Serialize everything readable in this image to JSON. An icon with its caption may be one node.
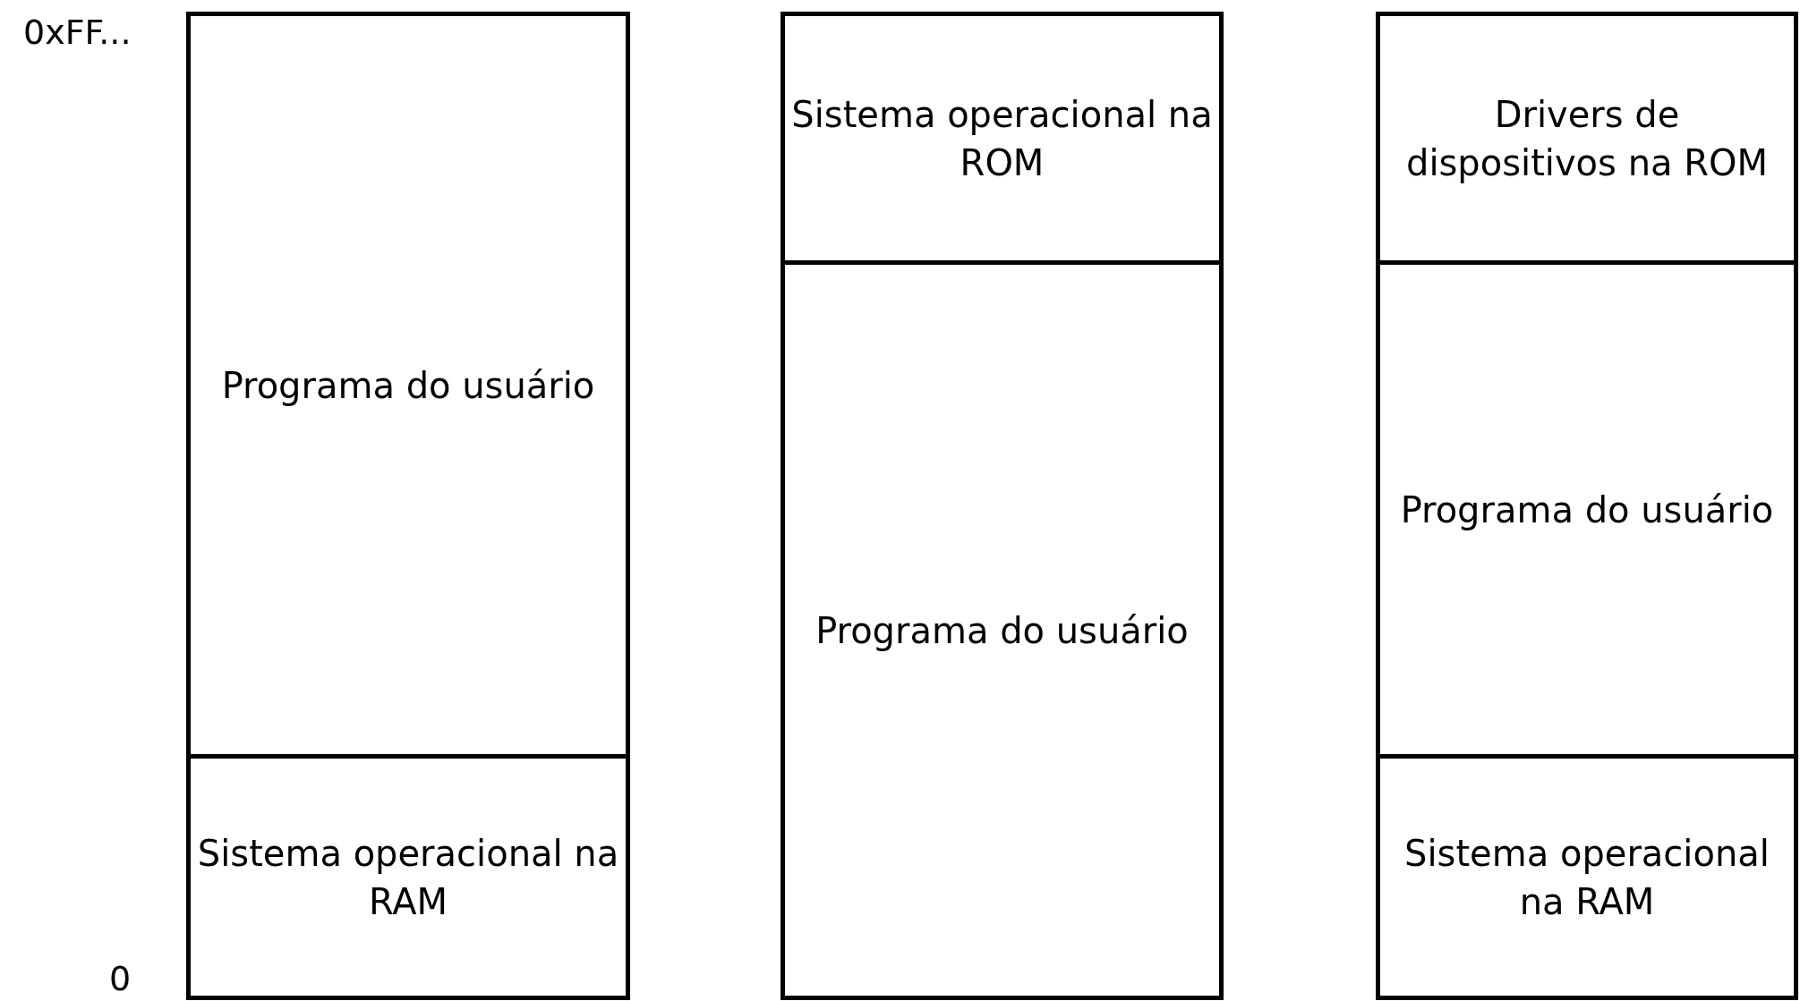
{
  "diagram": {
    "nodes": [
      {
        "text": [
          "Programa do usuário"
        ]
      },
      {
        "text": [
          "Sistema operacional na RAM"
        ]
      },
      {
        "text": [
          "Sistema operacional na ROM"
        ]
      },
      {
        "text": [
          "Programa do usuário"
        ]
      },
      {
        "text": [
          "Drivers de dispositivos na ROM"
        ]
      },
      {
        "text": [
          "Programa do usuário"
        ]
      },
      {
        "text": [
          "Sistema operacional na RAM"
        ]
      }
    ],
    "edges": [],
    "labels": [
      "0xFF...",
      "0"
    ]
  }
}
